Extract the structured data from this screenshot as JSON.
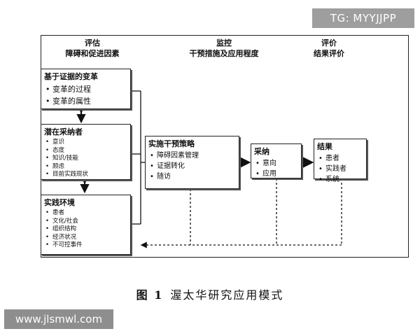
{
  "watermark_top": "TG: MYYJJPP",
  "watermark_bottom": "www.jlsmwl.com",
  "columns": {
    "assess": {
      "line1": "评估",
      "line2": "障碍和促进因素"
    },
    "monitor": {
      "line1": "监控",
      "line2": "干预措施及应用程度"
    },
    "evaluate": {
      "line1": "评价",
      "line2": "结果评价"
    }
  },
  "boxes": {
    "innovation": {
      "title": "基于证据的变革",
      "items": [
        "变革的过程",
        "变革的属性"
      ]
    },
    "adopters": {
      "title": "潜在采纳者",
      "items": [
        "意识",
        "态度",
        "知识/技能",
        "顾虑",
        "目前实践现状"
      ]
    },
    "environment": {
      "title": "实践环境",
      "items": [
        "患者",
        "文化/社会",
        "组织结构",
        "经济状况",
        "不可控事件"
      ]
    },
    "intervention": {
      "title": "实施干预策略",
      "items": [
        "障碍因素管理",
        "证据转化",
        "随访"
      ]
    },
    "adoption": {
      "title": "采纳",
      "items": [
        "意向",
        "应用"
      ]
    },
    "outcomes": {
      "title": "结果",
      "items": [
        "患者",
        "实践者",
        "系统"
      ]
    }
  },
  "caption": {
    "label": "图 1",
    "text": "渥太华研究应用模式"
  }
}
